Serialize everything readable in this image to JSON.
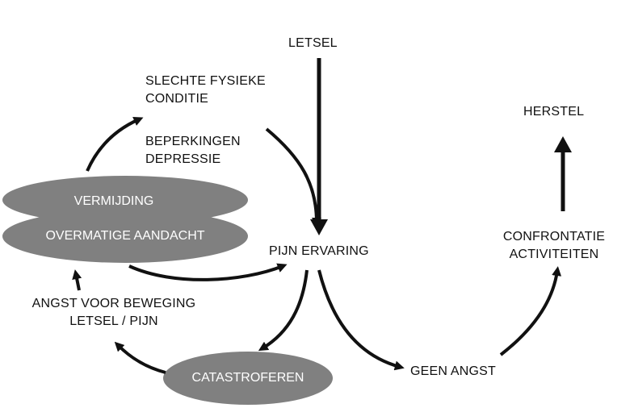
{
  "nodes": {
    "letsel": "LETSEL",
    "slechte_conditie": [
      "SLECHTE FYSIEKE",
      "CONDITIE"
    ],
    "beperkingen": [
      "BEPERKINGEN",
      "DEPRESSIE"
    ],
    "vermijding": "VERMIJDING",
    "overmatige": "OVERMATIGE AANDACHT",
    "pijn_ervaring": "PIJN ERVARING",
    "angst": [
      "ANGST VOOR BEWEGING",
      "LETSEL / PIJN"
    ],
    "catastroferen": "CATASTROFEREN",
    "geen_angst": "GEEN ANGST",
    "confrontatie": [
      "CONFRONTATIE",
      "ACTIVITEITEN"
    ],
    "herstel": "HERSTEL"
  },
  "colors": {
    "ellipse_fill": "#808080",
    "ellipse_text": "#ffffff",
    "arrow": "#111111",
    "text": "#111111"
  }
}
